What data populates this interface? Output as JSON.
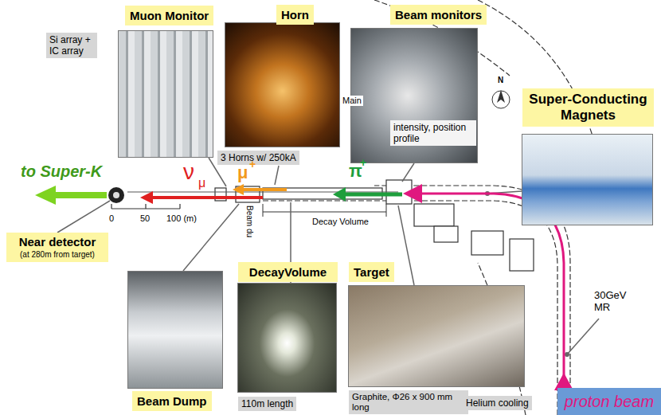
{
  "diagram": {
    "nodes": [
      {
        "text": [
          "Muon Monitor",
          "Si array + IC array"
        ]
      },
      {
        "text": [
          "Horn",
          "3 Horns w/ 250kA"
        ]
      },
      {
        "text": [
          "Beam monitors",
          "intensity, position profile"
        ]
      },
      {
        "text": [
          "Super-Conducting Magnets"
        ]
      },
      {
        "text": [
          "Near detector",
          "(at 280m from target)"
        ]
      },
      {
        "text": [
          "Beam Dump"
        ]
      },
      {
        "text": [
          "DecayVolume",
          "110m length"
        ]
      },
      {
        "text": [
          "Target",
          "Graphite, Φ26 x 900 mm long",
          "Helium cooling"
        ]
      },
      {
        "text": [
          "proton beam"
        ]
      }
    ],
    "labels": [
      "Main",
      "N",
      "to Super-K",
      "ν",
      "μ",
      "μ",
      "+",
      "π",
      "+",
      "0",
      "50",
      "100 (m)",
      "Decay Volume",
      "Beam du",
      "30GeV MR"
    ]
  }
}
